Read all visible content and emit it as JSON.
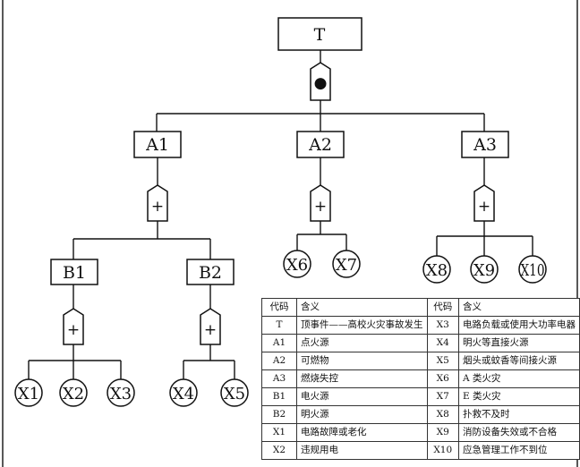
{
  "events": {
    "T": "T",
    "A1": "A1",
    "A2": "A2",
    "A3": "A3",
    "B1": "B1",
    "B2": "B2",
    "X1": "X1",
    "X2": "X2",
    "X3": "X3",
    "X4": "X4",
    "X5": "X5",
    "X6": "X6",
    "X7": "X7",
    "X8": "X8",
    "X9": "X9",
    "X10": "X10"
  },
  "gates": {
    "and_symbol": "●",
    "or_symbol": "+"
  },
  "legend": {
    "headers": [
      "代码",
      "含义",
      "代码",
      "含义"
    ],
    "rows": [
      [
        "T",
        "顶事件——高校火灾事故发生",
        "X3",
        "电路负载或使用大功率电器"
      ],
      [
        "A1",
        "点火源",
        "X4",
        "明火等直接火源"
      ],
      [
        "A2",
        "可燃物",
        "X5",
        "烟头或蚊香等间接火源"
      ],
      [
        "A3",
        "燃烧失控",
        "X6",
        "A 类火灾"
      ],
      [
        "B1",
        "电火源",
        "X7",
        "E 类火灾"
      ],
      [
        "B2",
        "明火源",
        "X8",
        "扑救不及时"
      ],
      [
        "X1",
        "电路故障或老化",
        "X9",
        "消防设备失效或不合格"
      ],
      [
        "X2",
        "违规用电",
        "X10",
        "应急管理工作不到位"
      ]
    ]
  }
}
